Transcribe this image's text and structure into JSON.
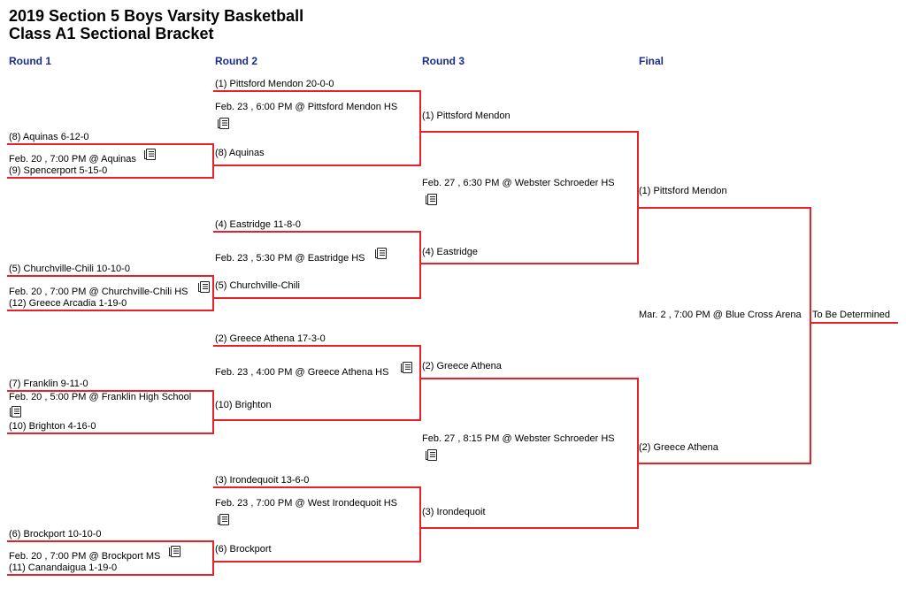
{
  "title": {
    "line1": "2019 Section 5 Boys Varsity Basketball",
    "line2": "Class A1 Sectional Bracket"
  },
  "rounds": [
    "Round 1",
    "Round 2",
    "Round 3",
    "Final"
  ],
  "colors": {
    "bracket_line": "#e8202a",
    "round_heading": "#1a2d8a"
  },
  "round1": [
    {
      "top": "(8) Aquinas 6-12-0",
      "game": "Feb. 20 , 7:00 PM @ Aquinas",
      "bottom": "(9) Spencerport 5-15-0"
    },
    {
      "top": "(5) Churchville-Chili 10-10-0",
      "game": "Feb. 20 , 7:00 PM @ Churchville-Chili HS",
      "bottom": "(12) Greece Arcadia 1-19-0"
    },
    {
      "top": "(7) Franklin 9-11-0",
      "game": "Feb. 20 , 5:00 PM @ Franklin High School",
      "bottom": "(10) Brighton 4-16-0"
    },
    {
      "top": "(6) Brockport 10-10-0",
      "game": "Feb. 20 , 7:00 PM @ Brockport MS",
      "bottom": "(11) Canandaigua 1-19-0"
    }
  ],
  "round2": [
    {
      "top": "(1) Pittsford Mendon 20-0-0",
      "game": "Feb. 23 , 6:00 PM @ Pittsford Mendon HS",
      "bottom": "(8) Aquinas"
    },
    {
      "top": "(4) Eastridge 11-8-0",
      "game": "Feb. 23 , 5:30 PM @ Eastridge HS",
      "bottom": "(5) Churchville-Chili"
    },
    {
      "top": "(2) Greece Athena 17-3-0",
      "game": "Feb. 23 , 4:00 PM @ Greece Athena HS",
      "bottom": "(10) Brighton"
    },
    {
      "top": "(3) Irondequoit 13-6-0",
      "game": "Feb. 23 , 7:00 PM @ West Irondequoit HS",
      "bottom": "(6) Brockport"
    }
  ],
  "round3": [
    {
      "top": "(1) Pittsford Mendon",
      "game": "Feb. 27 , 6:30 PM @ Webster Schroeder HS",
      "bottom": "(4) Eastridge"
    },
    {
      "top": "(2) Greece Athena",
      "game": "Feb. 27 , 8:15 PM @ Webster Schroeder HS",
      "bottom": "(3) Irondequoit"
    }
  ],
  "final": {
    "top": "(1) Pittsford Mendon",
    "game": "Mar. 2 , 7:00 PM @ Blue Cross Arena",
    "bottom": "(2) Greece Athena",
    "winner": "To Be Determined"
  },
  "icons": {
    "game_details": "document-icon"
  }
}
